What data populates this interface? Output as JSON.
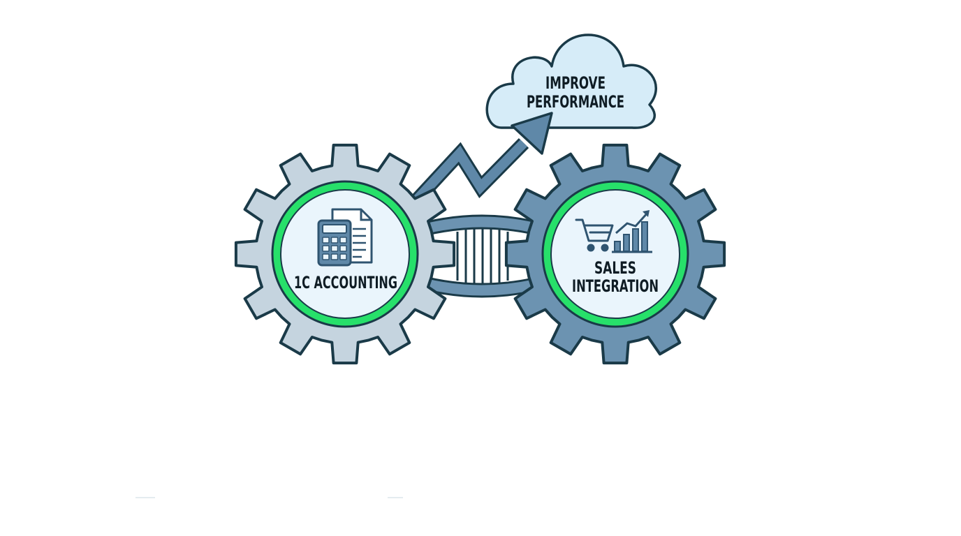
{
  "cloud": {
    "line1": "IMPROVE",
    "line2": "PERFORMANCE",
    "fill": "#d6ecf8"
  },
  "left_gear": {
    "label": "1C ACCOUNTING",
    "icon": "calculator-document-icon",
    "fill": "#c5d4df"
  },
  "right_gear": {
    "label_line1": "SALES",
    "label_line2": "INTEGRATION",
    "icon": "shopping-cart-growth-chart-icon",
    "fill": "#6c93b1"
  },
  "colors": {
    "ring": "#27e06a",
    "outline": "#1a3a48",
    "inner": "#eaf5fc",
    "arrow": "#5f88a8",
    "bridge": "#6c93b1",
    "icon": "#2f5470"
  }
}
